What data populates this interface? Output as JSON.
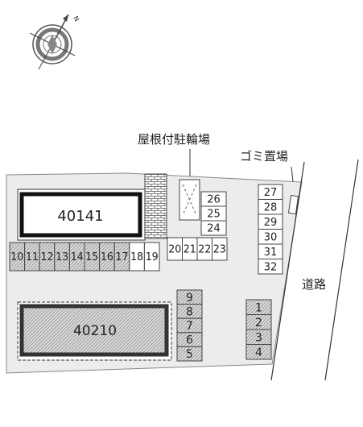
{
  "compass": {
    "north_label": "N"
  },
  "labels": {
    "bicycle_parking": "屋根付駐輪場",
    "garbage": "ゴミ置場",
    "road": "道路"
  },
  "buildings": [
    {
      "id": "building-40141",
      "label": "40141",
      "hatched": false
    },
    {
      "id": "building-40210",
      "label": "40210",
      "hatched": true
    }
  ],
  "spaces": {
    "row_10_19": [
      "10",
      "11",
      "12",
      "13",
      "14",
      "15",
      "16",
      "17",
      "18",
      "19"
    ],
    "row_20_23": [
      "20",
      "21",
      "22",
      "23"
    ],
    "col_24_26": [
      "26",
      "25",
      "24"
    ],
    "col_27_32": [
      "27",
      "28",
      "29",
      "30",
      "31",
      "32"
    ],
    "col_5_9": [
      "9",
      "8",
      "7",
      "6",
      "5"
    ],
    "col_1_4": [
      "1",
      "2",
      "3",
      "4"
    ]
  },
  "hatched_spaces": [
    "10",
    "11",
    "12",
    "13",
    "14",
    "15",
    "16",
    "17",
    "1",
    "2",
    "3",
    "4",
    "5",
    "6",
    "7",
    "8",
    "9"
  ]
}
